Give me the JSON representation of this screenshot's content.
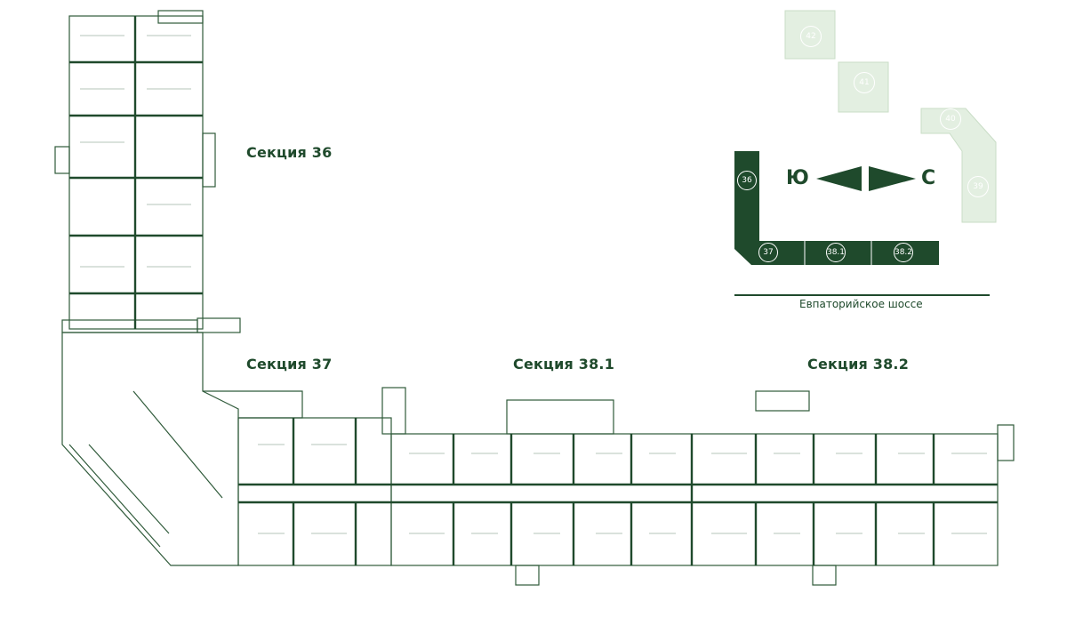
{
  "sections": {
    "s36": "Секция 36",
    "s37": "Секция 37",
    "s381": "Секция 38.1",
    "s382": "Секция 38.2"
  },
  "key_map": {
    "direction_left": "Ю",
    "direction_right": "С",
    "road": "Евпаторийское шоссе",
    "active_sections": [
      "36",
      "37",
      "38.1",
      "38.2"
    ],
    "other_sections": [
      "42",
      "41",
      "40",
      "39"
    ]
  },
  "colors": {
    "primary": "#1f4a2c",
    "faded": "#e3efe1",
    "line": "#2f5a3a",
    "background": "#ffffff"
  },
  "icons": {
    "arrow_left": "triangle-left-icon",
    "arrow_right": "triangle-right-icon"
  }
}
